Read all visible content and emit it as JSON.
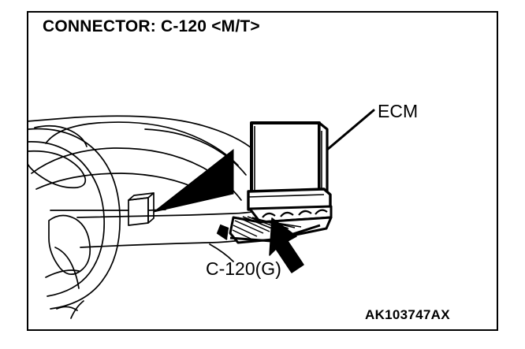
{
  "figure": {
    "title": "CONNECTOR: C-120 <M/T>",
    "part_number": "AK103747AX",
    "border_color": "#000000",
    "line_color": "#000000",
    "background_color": "#ffffff"
  },
  "labels": {
    "ecm": "ECM",
    "connector": "C-120(G)"
  },
  "icons": {
    "pointer_wedge": "pointer-wedge-icon",
    "callout_arrow": "callout-arrow-icon",
    "leader_line": "leader-line-icon"
  }
}
